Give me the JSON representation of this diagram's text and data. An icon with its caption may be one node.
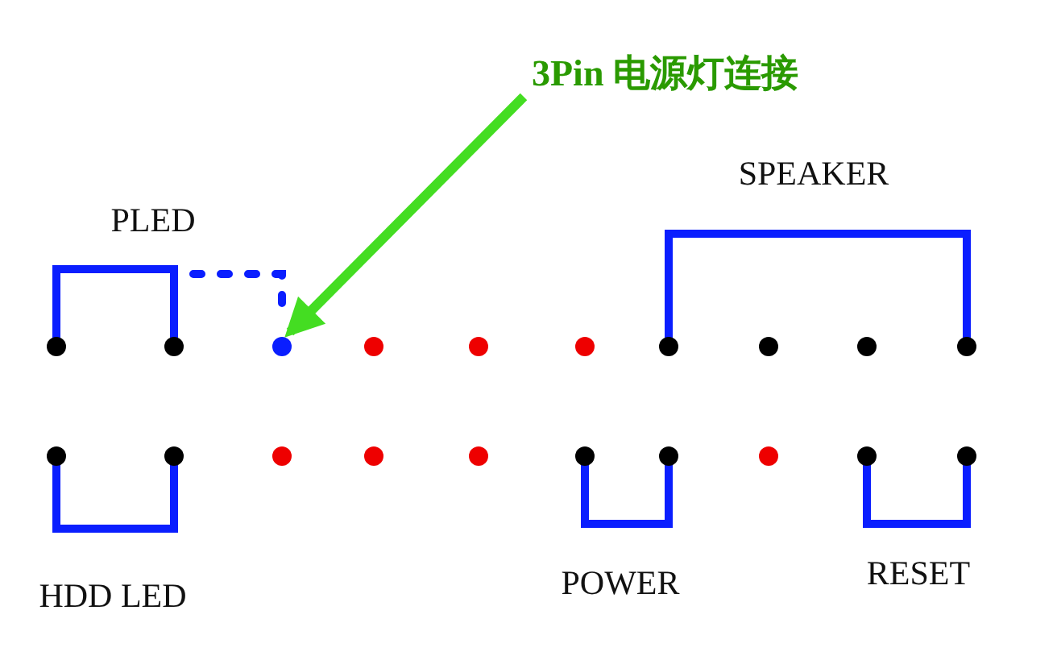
{
  "diagram": {
    "nodes": [
      {
        "text": [
          "3Pin 电源灯连接"
        ]
      },
      {
        "text": [],
        "shape": "circle"
      }
    ],
    "edges": [
      {
        "from": 0,
        "to": 1,
        "arrow": "to"
      }
    ],
    "labels": [
      "PLED",
      "SPEAKER",
      "HDD LED",
      "POWER",
      "RESET"
    ]
  }
}
